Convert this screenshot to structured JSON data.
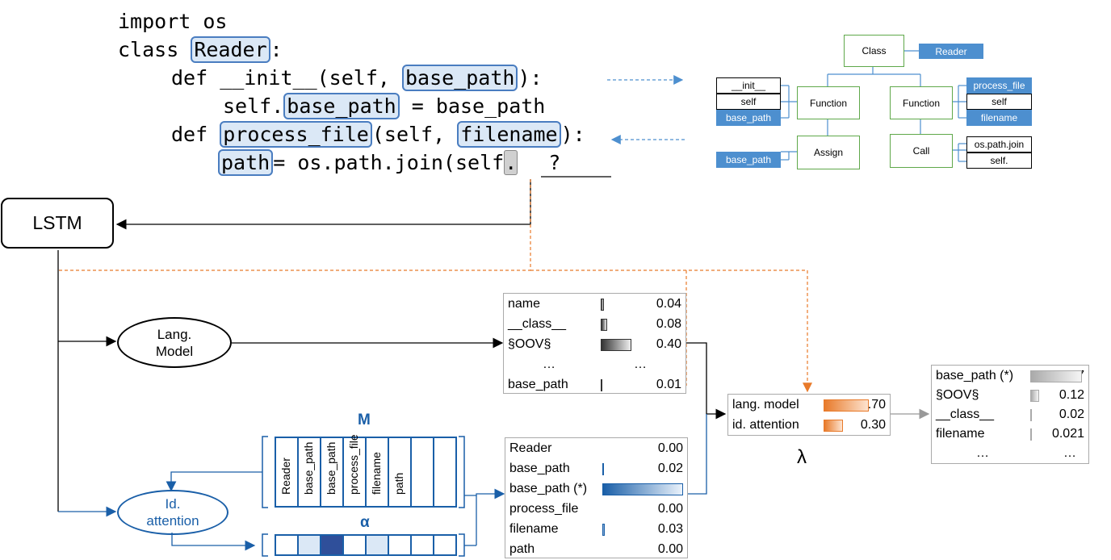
{
  "code": {
    "line1": "import os",
    "line2_kw": "class ",
    "line2_name": "Reader",
    "line2_end": ":",
    "line3_a": "def __init__(self, ",
    "line3_b": "base_path",
    "line3_c": "):",
    "line4_a": "self.",
    "line4_b": "base_path",
    "line4_c": " = base_path",
    "line5_a": "def ",
    "line5_b": "process_file",
    "line5_c": "(self, ",
    "line5_d": "filename",
    "line5_e": "):",
    "line6_a": "path",
    "line6_b": "= os.path.join(self",
    "line6_c": ".",
    "line6_d": "?"
  },
  "tree": {
    "class": "Class",
    "reader": "Reader",
    "function1": "Function",
    "function2": "Function",
    "assign": "Assign",
    "call": "Call",
    "init": "__init__",
    "self1": "self",
    "base_path1": "base_path",
    "base_path2": "base_path",
    "process_file": "process_file",
    "self2": "self",
    "filename": "filename",
    "os_path_join": "os.path.join",
    "self_dot": "self."
  },
  "nodes": {
    "lstm": "LSTM",
    "lang_model_1": "Lang.",
    "lang_model_2": "Model",
    "id_attention_1": "Id.",
    "id_attention_2": "attention",
    "M": "M",
    "alpha": "α",
    "lambda": "λ"
  },
  "memory_cells": [
    "Reader",
    "base_path",
    "base_path",
    "process_file",
    "filename",
    "path",
    "",
    ""
  ],
  "alpha_levels": [
    0,
    0.15,
    0.95,
    0,
    0.15,
    0,
    0,
    0
  ],
  "lm_panel": [
    {
      "k": "name",
      "v": "0.04",
      "bar": 0.04
    },
    {
      "k": "__class__",
      "v": "0.08",
      "bar": 0.08
    },
    {
      "k": "§OOV§",
      "v": "0.40",
      "bar": 0.4
    },
    {
      "k": "…",
      "v": "…",
      "bar": 0
    },
    {
      "k": "base_path",
      "v": "0.01",
      "bar": 0.01
    }
  ],
  "attn_panel": [
    {
      "k": "Reader",
      "v": "0.00",
      "bar": 0
    },
    {
      "k": "base_path",
      "v": "0.02",
      "bar": 0.02
    },
    {
      "k": "base_path (*)",
      "v": "0.95",
      "bar": 0.95
    },
    {
      "k": "process_file",
      "v": "0.00",
      "bar": 0
    },
    {
      "k": "filename",
      "v": "0.03",
      "bar": 0.03
    },
    {
      "k": "path",
      "v": "0.00",
      "bar": 0
    }
  ],
  "mix_panel": [
    {
      "k": "lang. model",
      "v": "0.70",
      "bar": 0.7
    },
    {
      "k": "id. attention",
      "v": "0.30",
      "bar": 0.3
    }
  ],
  "out_panel": [
    {
      "k": "base_path (*)",
      "v": "0.67",
      "bar": 0.67
    },
    {
      "k": "§OOV§",
      "v": "0.12",
      "bar": 0.12
    },
    {
      "k": "__class__",
      "v": "0.02",
      "bar": 0.02
    },
    {
      "k": "filename",
      "v": "0.021",
      "bar": 0.021
    },
    {
      "k": "…",
      "v": "…",
      "bar": 0
    }
  ],
  "colors": {
    "blue": "#1a5fa8",
    "orange": "#e87a2a",
    "green": "#5fa84a",
    "label_blue": "#4d8fcf"
  }
}
